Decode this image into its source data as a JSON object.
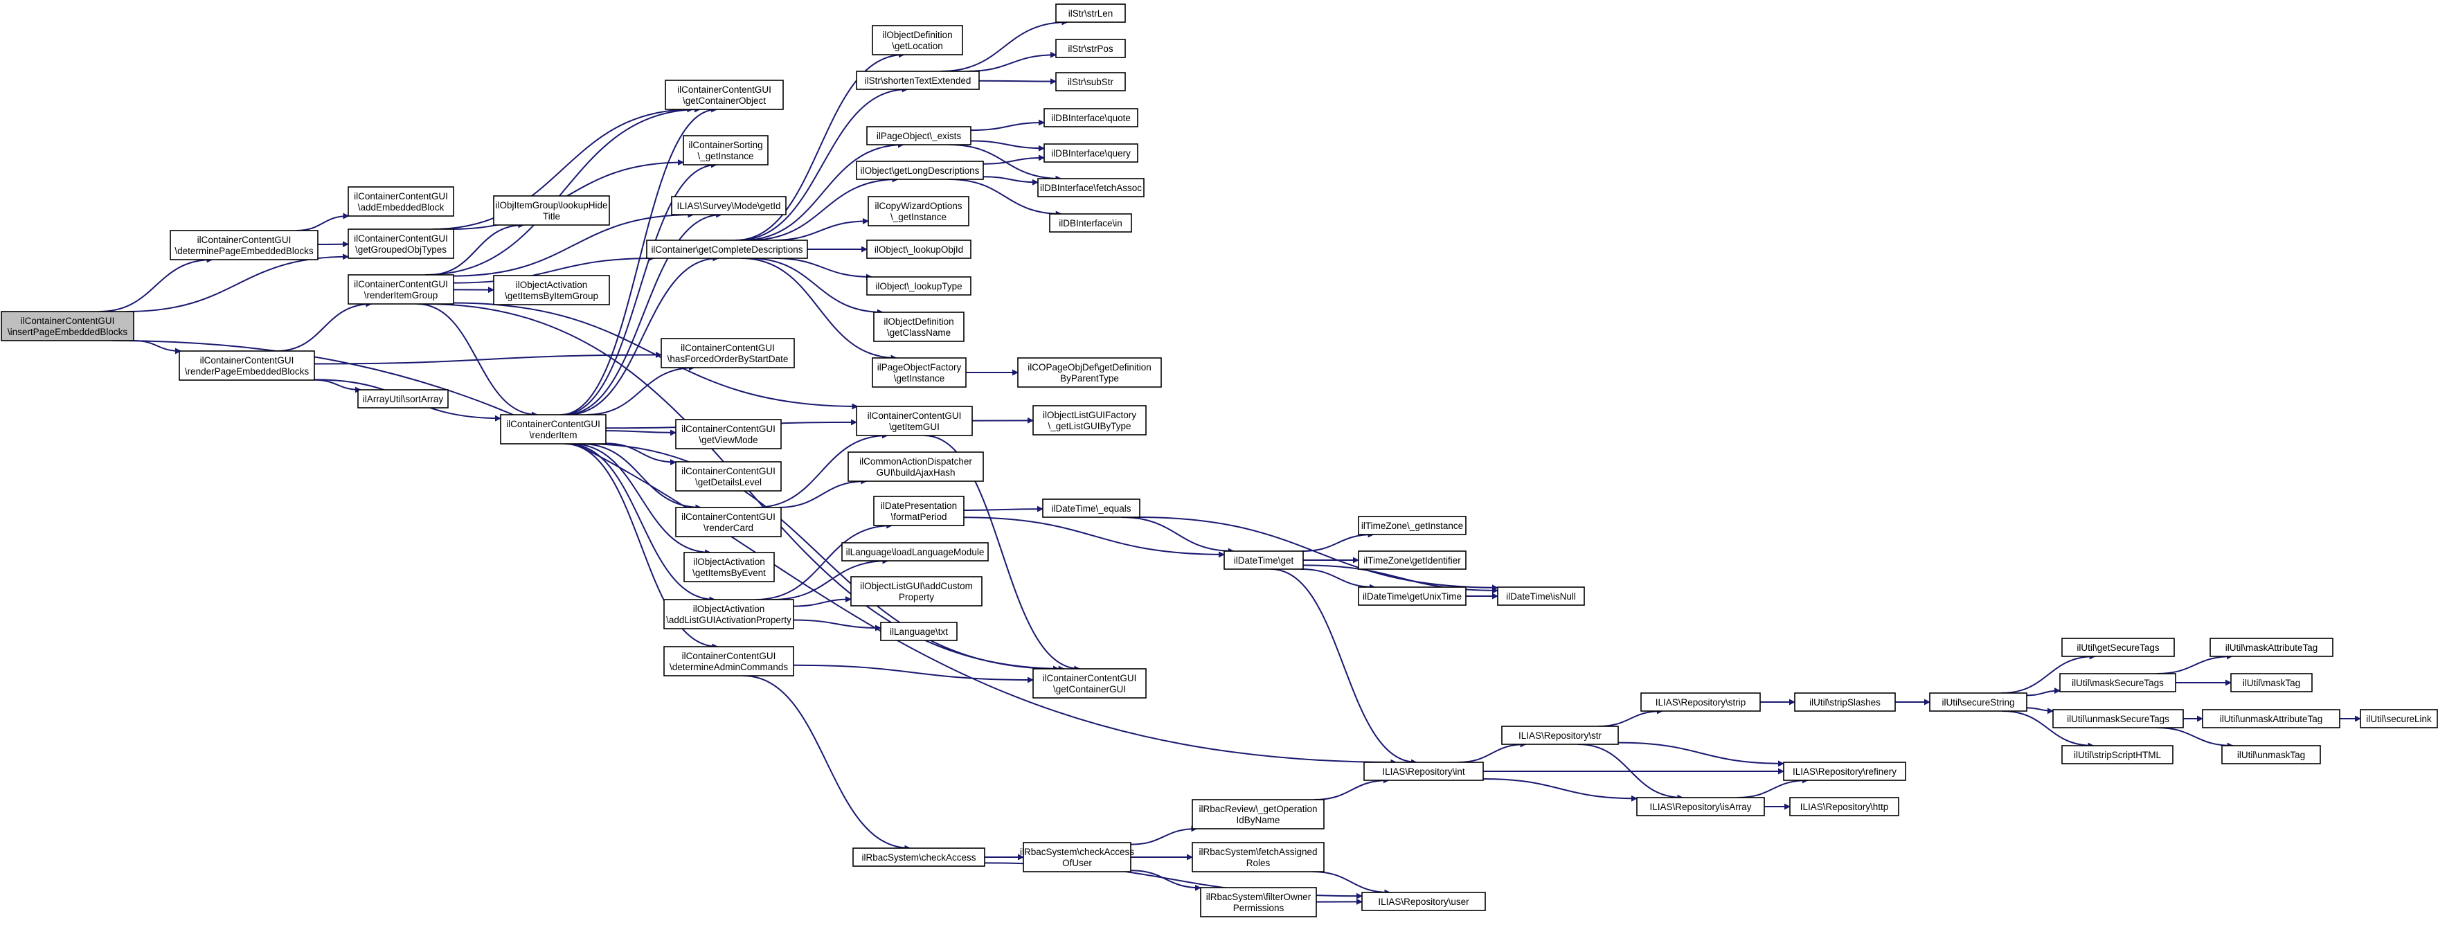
{
  "graph": {
    "root": "root",
    "nodes": [
      {
        "id": "root",
        "lines": [
          "ilContainerContentGUI",
          "\\insertPageEmbeddedBlocks"
        ]
      },
      {
        "id": "determinePage",
        "lines": [
          "ilContainerContentGUI",
          "\\determinePageEmbeddedBlocks"
        ]
      },
      {
        "id": "renderPage",
        "lines": [
          "ilContainerContentGUI",
          "\\renderPageEmbeddedBlocks"
        ]
      },
      {
        "id": "addEmbedded",
        "lines": [
          "ilContainerContentGUI",
          "\\addEmbeddedBlock"
        ]
      },
      {
        "id": "getGrouped",
        "lines": [
          "ilContainerContentGUI",
          "\\getGroupedObjTypes"
        ]
      },
      {
        "id": "renderItemGroup",
        "lines": [
          "ilContainerContentGUI",
          "\\renderItemGroup"
        ]
      },
      {
        "id": "sortArray",
        "lines": [
          "ilArrayUtil\\sortArray"
        ]
      },
      {
        "id": "renderItem",
        "lines": [
          "ilContainerContentGUI",
          "\\renderItem"
        ]
      },
      {
        "id": "lookupHide",
        "lines": [
          "ilObjItemGroup\\lookupHide",
          "Title"
        ]
      },
      {
        "id": "actItemsByGroup",
        "lines": [
          "ilObjectActivation",
          "\\getItemsByItemGroup"
        ]
      },
      {
        "id": "getContainerObject",
        "lines": [
          "ilContainerContentGUI",
          "\\getContainerObject"
        ]
      },
      {
        "id": "sortingInstance",
        "lines": [
          "ilContainerSorting",
          "\\_getInstance"
        ]
      },
      {
        "id": "surveyModeId",
        "lines": [
          "ILIAS\\Survey\\Mode\\getId"
        ]
      },
      {
        "id": "completeDesc",
        "lines": [
          "ilContainer\\getCompleteDescriptions"
        ]
      },
      {
        "id": "forcedOrder",
        "lines": [
          "ilContainerContentGUI",
          "\\hasForcedOrderByStartDate"
        ]
      },
      {
        "id": "getViewMode",
        "lines": [
          "ilContainerContentGUI",
          "\\getViewMode"
        ]
      },
      {
        "id": "getDetailsLevel",
        "lines": [
          "ilContainerContentGUI",
          "\\getDetailsLevel"
        ]
      },
      {
        "id": "renderCard",
        "lines": [
          "ilContainerContentGUI",
          "\\renderCard"
        ]
      },
      {
        "id": "actItemsByEvent",
        "lines": [
          "ilObjectActivation",
          "\\getItemsByEvent"
        ]
      },
      {
        "id": "addListGUI",
        "lines": [
          "ilObjectActivation",
          "\\addListGUIActivationProperty"
        ]
      },
      {
        "id": "adminCommands",
        "lines": [
          "ilContainerContentGUI",
          "\\determineAdminCommands"
        ]
      },
      {
        "id": "defLocation",
        "lines": [
          "ilObjectDefinition",
          "\\getLocation"
        ]
      },
      {
        "id": "shortenText",
        "lines": [
          "ilStr\\shortenTextExtended"
        ]
      },
      {
        "id": "pageExists",
        "lines": [
          "ilPageObject\\_exists"
        ]
      },
      {
        "id": "longDesc",
        "lines": [
          "ilObject\\getLongDescriptions"
        ]
      },
      {
        "id": "copyWizard",
        "lines": [
          "ilCopyWizardOptions",
          "\\_getInstance"
        ]
      },
      {
        "id": "lookupObjId",
        "lines": [
          "ilObject\\_lookupObjId"
        ]
      },
      {
        "id": "lookupType",
        "lines": [
          "ilObject\\_lookupType"
        ]
      },
      {
        "id": "className",
        "lines": [
          "ilObjectDefinition",
          "\\getClassName"
        ]
      },
      {
        "id": "pageFactory",
        "lines": [
          "ilPageObjectFactory",
          "\\getInstance"
        ]
      },
      {
        "id": "getItemGUI",
        "lines": [
          "ilContainerContentGUI",
          "\\getItemGUI"
        ]
      },
      {
        "id": "ajaxHash",
        "lines": [
          "ilCommonActionDispatcher",
          "GUI\\buildAjaxHash"
        ]
      },
      {
        "id": "formatPeriod",
        "lines": [
          "ilDatePresentation",
          "\\formatPeriod"
        ]
      },
      {
        "id": "loadLang",
        "lines": [
          "ilLanguage\\loadLanguageModule"
        ]
      },
      {
        "id": "addCustom",
        "lines": [
          "ilObjectListGUI\\addCustom",
          "Property"
        ]
      },
      {
        "id": "langTxt",
        "lines": [
          "ilLanguage\\txt"
        ]
      },
      {
        "id": "strLen",
        "lines": [
          "ilStr\\strLen"
        ]
      },
      {
        "id": "strPos",
        "lines": [
          "ilStr\\strPos"
        ]
      },
      {
        "id": "subStr",
        "lines": [
          "ilStr\\subStr"
        ]
      },
      {
        "id": "dbQuote",
        "lines": [
          "ilDBInterface\\quote"
        ]
      },
      {
        "id": "dbQuery",
        "lines": [
          "ilDBInterface\\query"
        ]
      },
      {
        "id": "dbFetch",
        "lines": [
          "ilDBInterface\\fetchAssoc"
        ]
      },
      {
        "id": "dbIn",
        "lines": [
          "ilDBInterface\\in"
        ]
      },
      {
        "id": "copageDef",
        "lines": [
          "ilCOPageObjDef\\getDefinition",
          "ByParentType"
        ]
      },
      {
        "id": "listGUIFactory",
        "lines": [
          "ilObjectListGUIFactory",
          "\\_getListGUIByType"
        ]
      },
      {
        "id": "dateEquals",
        "lines": [
          "ilDateTime\\_equals"
        ]
      },
      {
        "id": "dateGet",
        "lines": [
          "ilDateTime\\get"
        ]
      },
      {
        "id": "tzInstance",
        "lines": [
          "ilTimeZone\\_getInstance"
        ]
      },
      {
        "id": "tzIdentifier",
        "lines": [
          "ilTimeZone\\getIdentifier"
        ]
      },
      {
        "id": "unixTime",
        "lines": [
          "ilDateTime\\getUnixTime"
        ]
      },
      {
        "id": "dateIsNull",
        "lines": [
          "ilDateTime\\isNull"
        ]
      },
      {
        "id": "getContainerGUI",
        "lines": [
          "ilContainerContentGUI",
          "\\getContainerGUI"
        ]
      },
      {
        "id": "repoInt",
        "lines": [
          "ILIAS\\Repository\\int"
        ]
      },
      {
        "id": "repoStr",
        "lines": [
          "ILIAS\\Repository\\str"
        ]
      },
      {
        "id": "repoStrip",
        "lines": [
          "ILIAS\\Repository\\strip"
        ]
      },
      {
        "id": "repoRefinery",
        "lines": [
          "ILIAS\\Repository\\refinery"
        ]
      },
      {
        "id": "repoIsArray",
        "lines": [
          "ILIAS\\Repository\\isArray"
        ]
      },
      {
        "id": "repoHttp",
        "lines": [
          "ILIAS\\Repository\\http"
        ]
      },
      {
        "id": "repoUser",
        "lines": [
          "ILIAS\\Repository\\user"
        ]
      },
      {
        "id": "stripSlashes",
        "lines": [
          "ilUtil\\stripSlashes"
        ]
      },
      {
        "id": "secureString",
        "lines": [
          "ilUtil\\secureString"
        ]
      },
      {
        "id": "getSecureTags",
        "lines": [
          "ilUtil\\getSecureTags"
        ]
      },
      {
        "id": "maskSecureTags",
        "lines": [
          "ilUtil\\maskSecureTags"
        ]
      },
      {
        "id": "unmaskSecureTags",
        "lines": [
          "ilUtil\\unmaskSecureTags"
        ]
      },
      {
        "id": "stripScript",
        "lines": [
          "ilUtil\\stripScriptHTML"
        ]
      },
      {
        "id": "maskAttrTag",
        "lines": [
          "ilUtil\\maskAttributeTag"
        ]
      },
      {
        "id": "maskTag",
        "lines": [
          "ilUtil\\maskTag"
        ]
      },
      {
        "id": "unmaskAttrTag",
        "lines": [
          "ilUtil\\unmaskAttributeTag"
        ]
      },
      {
        "id": "unmaskTag",
        "lines": [
          "ilUtil\\unmaskTag"
        ]
      },
      {
        "id": "secureLink",
        "lines": [
          "ilUtil\\secureLink"
        ]
      },
      {
        "id": "rbacCheck",
        "lines": [
          "ilRbacSystem\\checkAccess"
        ]
      },
      {
        "id": "rbacCheckUser",
        "lines": [
          "ilRbacSystem\\checkAccess",
          "OfUser"
        ]
      },
      {
        "id": "rbacOpId",
        "lines": [
          "ilRbacReview\\_getOperation",
          "IdByName"
        ]
      },
      {
        "id": "rbacFetchRoles",
        "lines": [
          "ilRbacSystem\\fetchAssigned",
          "Roles"
        ]
      },
      {
        "id": "rbacFilterOwner",
        "lines": [
          "ilRbacSystem\\filterOwner",
          "Permissions"
        ]
      }
    ]
  }
}
